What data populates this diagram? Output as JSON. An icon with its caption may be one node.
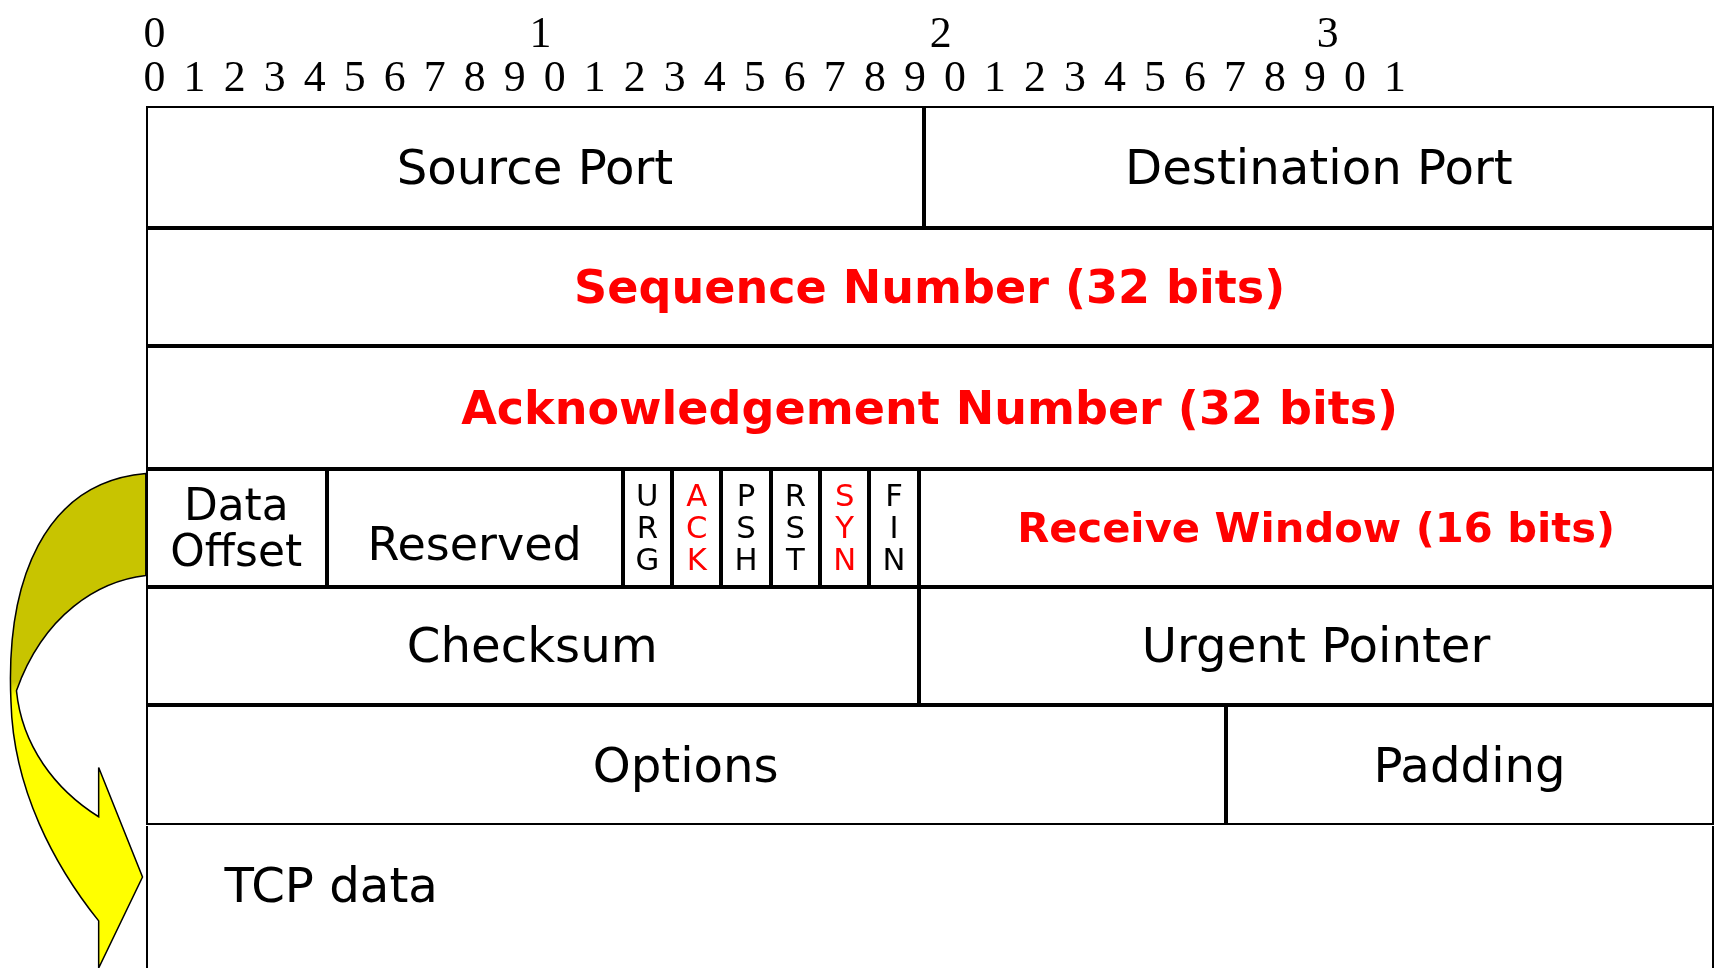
{
  "diagram": {
    "nodes": [
      {
        "text": [
          "Source Port"
        ]
      },
      {
        "text": [
          "Destination Port"
        ]
      },
      {
        "text": [
          "Sequence Number (32 bits)"
        ]
      },
      {
        "text": [
          "Acknowledgement Number (32 bits)"
        ]
      },
      {
        "text": [
          "Data Offset"
        ]
      },
      {
        "text": [
          "Reserved"
        ]
      },
      {
        "text": [
          "URG"
        ]
      },
      {
        "text": [
          "ACK"
        ]
      },
      {
        "text": [
          "PSH"
        ]
      },
      {
        "text": [
          "RST"
        ]
      },
      {
        "text": [
          "SYN"
        ]
      },
      {
        "text": [
          "FIN"
        ]
      },
      {
        "text": [
          "Receive Window (16 bits)"
        ]
      },
      {
        "text": [
          "Checksum"
        ]
      },
      {
        "text": [
          "Urgent Pointer"
        ]
      },
      {
        "text": [
          "Options"
        ]
      },
      {
        "text": [
          "Padding"
        ]
      },
      {
        "text": [
          "TCP data"
        ]
      }
    ],
    "edges": [
      {
        "from": 4,
        "to": 17,
        "arrow": "to",
        "style": "thick"
      }
    ],
    "labels": [
      "0",
      "1",
      "2",
      "3",
      "0",
      "1",
      "2",
      "3",
      "4",
      "5",
      "6",
      "7",
      "8",
      "9",
      "0",
      "1",
      "2",
      "3",
      "4",
      "5",
      "6",
      "7",
      "8",
      "9",
      "0",
      "1",
      "2",
      "3",
      "4",
      "5",
      "6",
      "7",
      "8",
      "9",
      "0",
      "1"
    ]
  }
}
